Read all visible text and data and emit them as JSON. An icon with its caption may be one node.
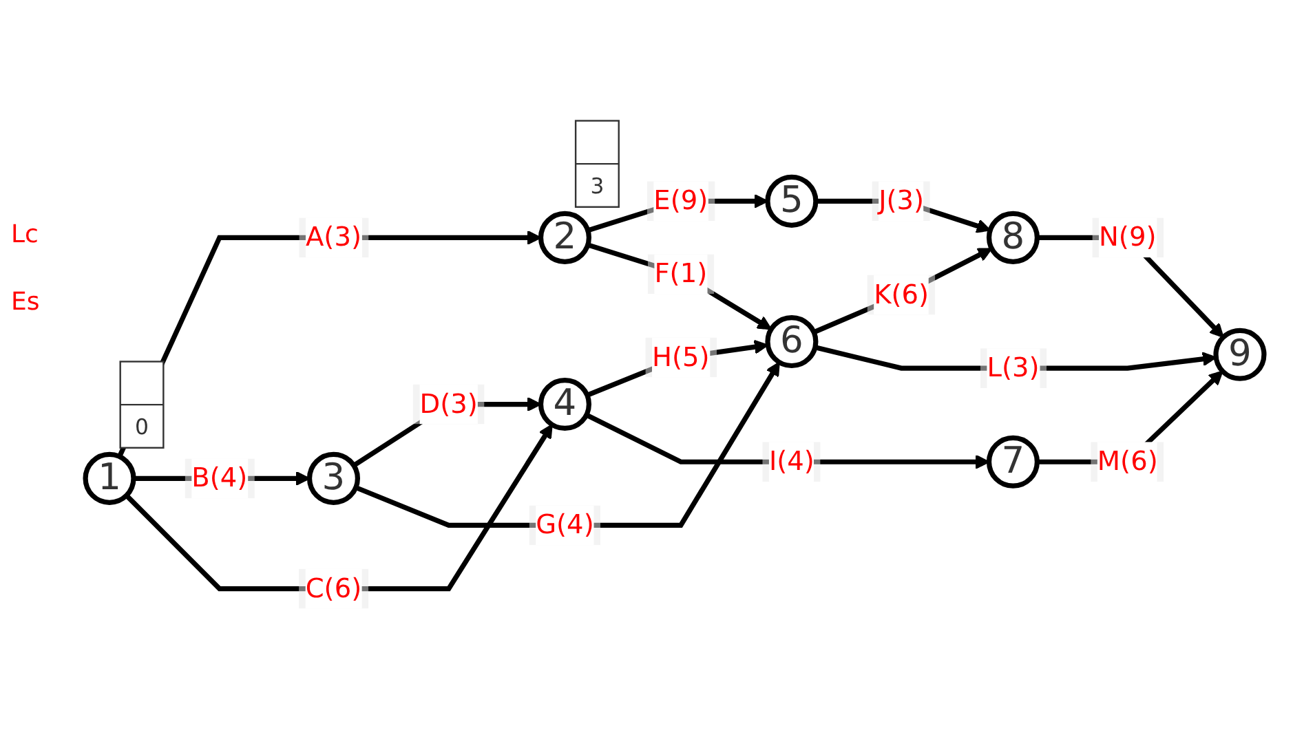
{
  "diagram": {
    "nodes": [
      {
        "text": [
          "1"
        ],
        "beside": [
          "0"
        ]
      },
      {
        "text": [
          "2"
        ],
        "beside": [
          "3"
        ]
      },
      {
        "text": [
          "3"
        ]
      },
      {
        "text": [
          "4"
        ]
      },
      {
        "text": [
          "5"
        ]
      },
      {
        "text": [
          "6"
        ]
      },
      {
        "text": [
          "7"
        ]
      },
      {
        "text": [
          "8"
        ]
      },
      {
        "text": [
          "9"
        ]
      }
    ],
    "edges": [
      {
        "from": 0,
        "to": 1,
        "arrow": "to",
        "label": "A(3)"
      },
      {
        "from": 0,
        "to": 2,
        "arrow": "to",
        "label": "B(4)"
      },
      {
        "from": 0,
        "to": 3,
        "arrow": "to",
        "label": "C(6)"
      },
      {
        "from": 2,
        "to": 3,
        "arrow": "to",
        "label": "D(3)"
      },
      {
        "from": 1,
        "to": 4,
        "arrow": "to",
        "label": "E(9)"
      },
      {
        "from": 1,
        "to": 5,
        "arrow": "to",
        "label": "F(1)"
      },
      {
        "from": 2,
        "to": 5,
        "arrow": "to",
        "label": "G(4)"
      },
      {
        "from": 3,
        "to": 5,
        "arrow": "to",
        "label": "H(5)"
      },
      {
        "from": 3,
        "to": 6,
        "arrow": "to",
        "label": "I(4)"
      },
      {
        "from": 4,
        "to": 7,
        "arrow": "to",
        "label": "J(3)"
      },
      {
        "from": 5,
        "to": 7,
        "arrow": "to",
        "label": "K(6)"
      },
      {
        "from": 5,
        "to": 8,
        "arrow": "to",
        "label": "L(3)"
      },
      {
        "from": 6,
        "to": 8,
        "arrow": "to",
        "label": "M(6)"
      },
      {
        "from": 7,
        "to": 8,
        "arrow": "to",
        "label": "N(9)"
      }
    ],
    "labels": [
      "Lc",
      "Es"
    ]
  }
}
